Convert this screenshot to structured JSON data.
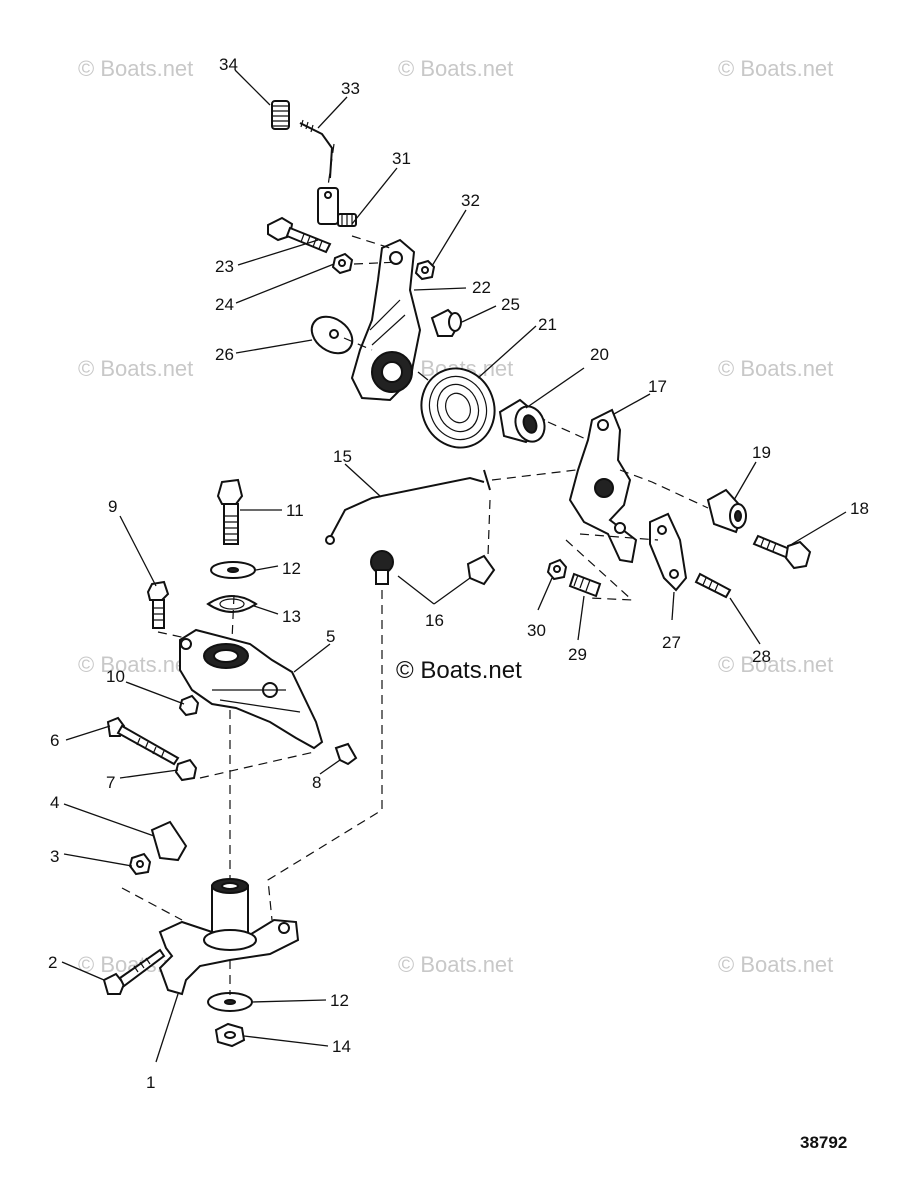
{
  "watermark": "© Boats.net",
  "figure_number": "38792",
  "callouts": {
    "c1": "1",
    "c2": "2",
    "c3": "3",
    "c4": "4",
    "c5": "5",
    "c6": "6",
    "c7": "7",
    "c8": "8",
    "c9": "9",
    "c10": "10",
    "c11": "11",
    "c12a": "12",
    "c12b": "12",
    "c13": "13",
    "c14": "14",
    "c15": "15",
    "c16": "16",
    "c17": "17",
    "c18": "18",
    "c19": "19",
    "c20": "20",
    "c21": "21",
    "c22": "22",
    "c23": "23",
    "c24": "24",
    "c25": "25",
    "c26": "26",
    "c27": "27",
    "c28": "28",
    "c29": "29",
    "c30": "30",
    "c31": "31",
    "c32": "32",
    "c33": "33",
    "c34": "34"
  }
}
